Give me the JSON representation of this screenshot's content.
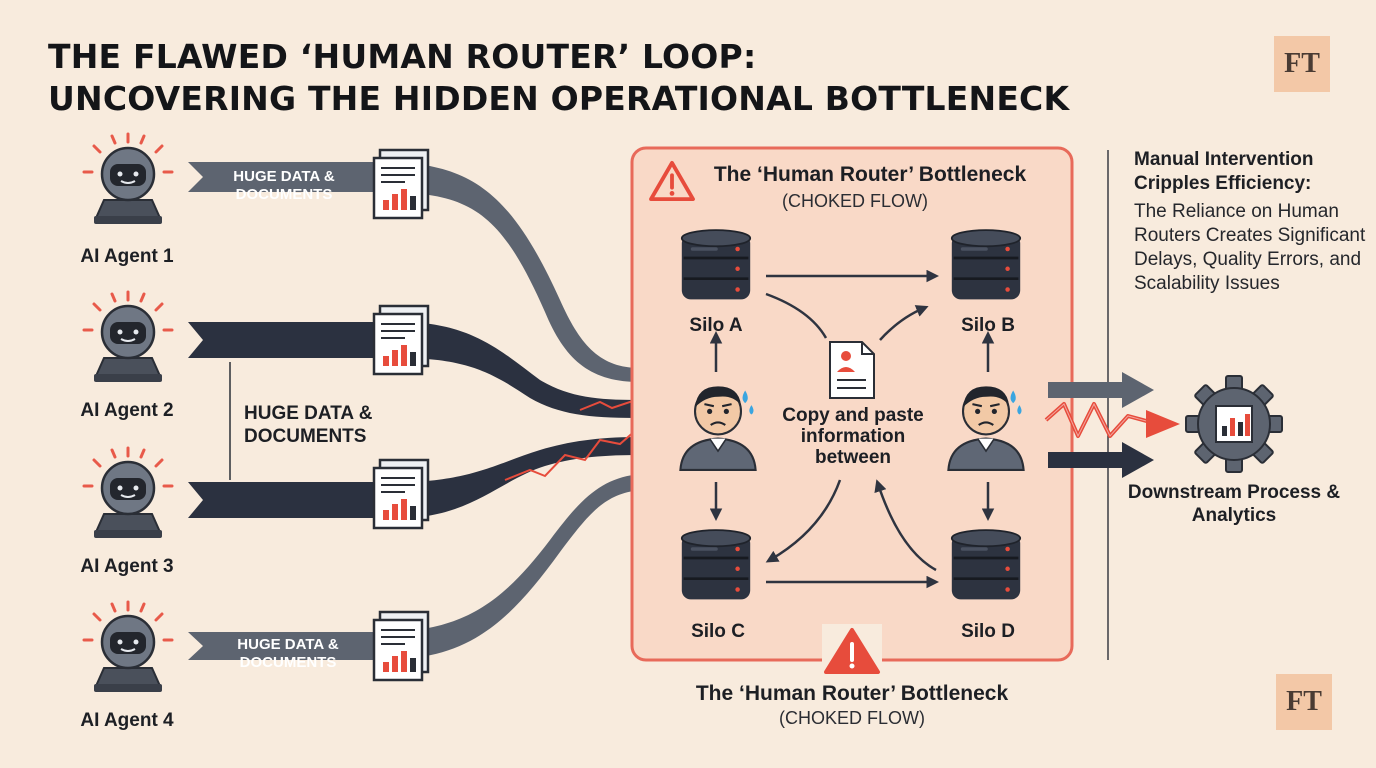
{
  "title": {
    "line1": "THE FLAWED ‘HUMAN ROUTER’ LOOP:",
    "line2": "UNCOVERING THE HIDDEN OPERATIONAL BOTTLENECK"
  },
  "logo": "FT",
  "agents": [
    {
      "label": "AI Agent 1"
    },
    {
      "label": "AI Agent 2"
    },
    {
      "label": "AI Agent 3"
    },
    {
      "label": "AI Agent 4"
    }
  ],
  "stream_tags": {
    "top": "HUGE DATA & DOCUMENTS",
    "middle": "HUGE DATA & DOCUMENTS",
    "bottom": "HUGE DATA & DOCUMENTS"
  },
  "bottleneck": {
    "title": "The ‘Human Router’ Bottleneck",
    "subtitle": "(CHOKED FLOW)",
    "center_text": "Copy and paste information between",
    "silos": [
      "Silo A",
      "Silo B",
      "Silo C",
      "Silo D"
    ]
  },
  "bottom_caption": {
    "title": "The ‘Human Router’ Bottleneck",
    "subtitle": "(CHOKED FLOW)"
  },
  "side_note": {
    "title": "Manual Intervention Cripples Efficiency:",
    "body": "The Reliance on Human Routers Creates Significant Delays, Quality Errors, and Scalability Issues"
  },
  "downstream": {
    "label": "Downstream Process & Analytics"
  },
  "colors": {
    "background": "#f8ebdd",
    "stream_gray": "#5d6470",
    "stream_dark": "#2b3140",
    "alert_red": "#e74c3c",
    "box_fill": "#f9d9c7",
    "box_border": "#e86a5a"
  }
}
